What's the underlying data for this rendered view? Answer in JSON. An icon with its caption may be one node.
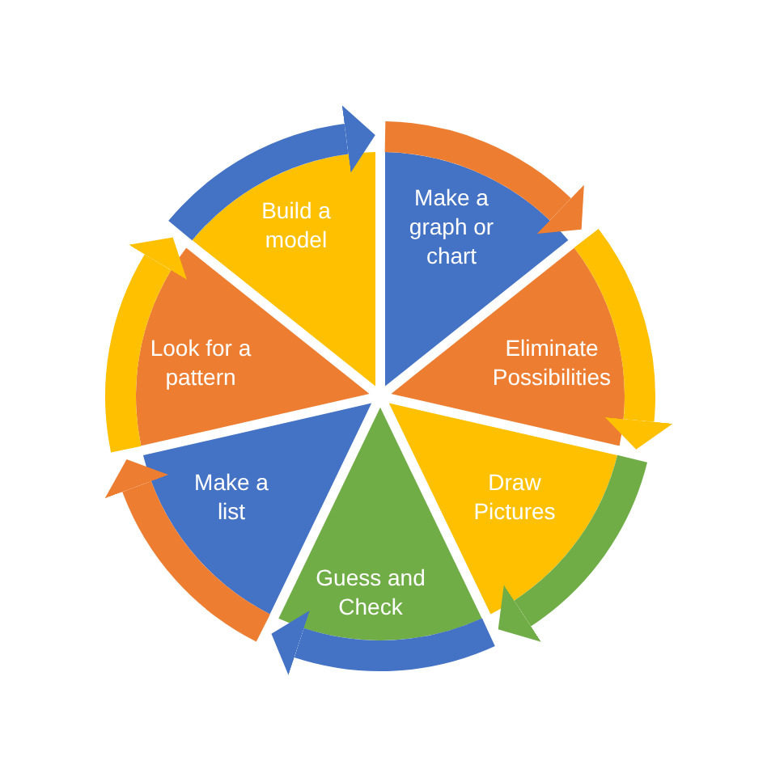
{
  "diagram": {
    "nodes": [
      {
        "text": [
          "Build a model"
        ]
      },
      {
        "text": [
          "Make a graph or chart"
        ]
      },
      {
        "text": [
          "Eliminate Possibilities"
        ]
      },
      {
        "text": [
          "Draw Pictures"
        ]
      },
      {
        "text": [
          "Guess and Check"
        ]
      },
      {
        "text": [
          "Make a list"
        ]
      },
      {
        "text": [
          "Look for a pattern"
        ]
      }
    ],
    "edges": [
      {
        "from": 0,
        "to": 1,
        "arrow": "to",
        "color": "#4472c4"
      },
      {
        "from": 1,
        "to": 2,
        "arrow": "to",
        "color": "#ed7d31"
      },
      {
        "from": 2,
        "to": 3,
        "arrow": "to",
        "color": "#ffc000"
      },
      {
        "from": 3,
        "to": 4,
        "arrow": "to",
        "color": "#70ad47"
      },
      {
        "from": 4,
        "to": 5,
        "arrow": "to",
        "color": "#4472c4"
      },
      {
        "from": 5,
        "to": 6,
        "arrow": "to",
        "color": "#ed7d31"
      },
      {
        "from": 6,
        "to": 0,
        "arrow": "to",
        "color": "#ffc000"
      }
    ]
  }
}
